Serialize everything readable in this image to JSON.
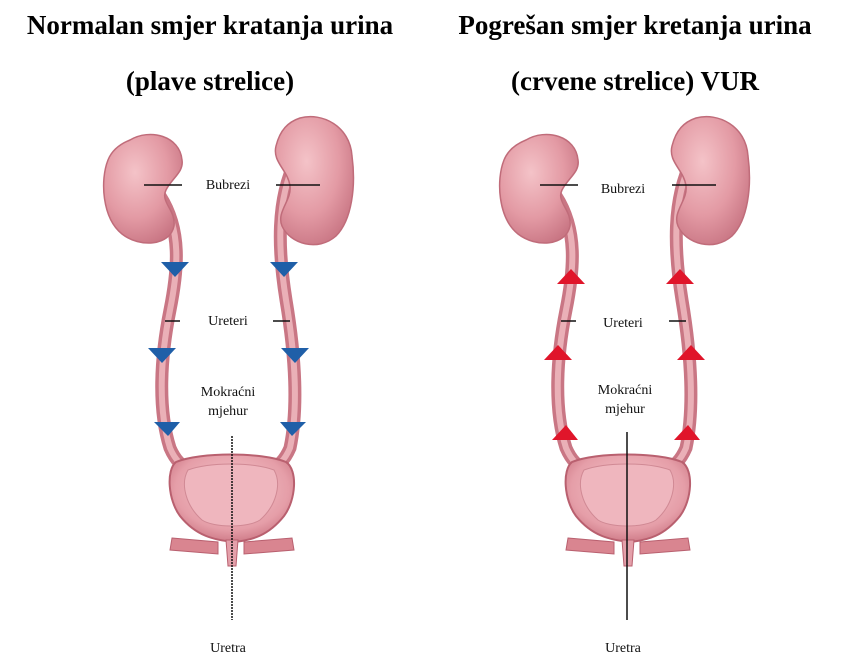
{
  "left": {
    "title_line1": "Normalan smjer kratanja urina",
    "title_line2": "(plave strelice)",
    "arrow_direction": "down",
    "arrow_color": "#1f5fa8",
    "labels": {
      "kidneys": "Bubrezi",
      "ureters": "Ureteri",
      "bladder_line1": "Mokraćni",
      "bladder_line2": "mjehur",
      "urethra": "Uretra"
    }
  },
  "right": {
    "title_line1": "Pogrešan smjer kretanja urina",
    "title_line2": "(crvene strelice) VUR",
    "arrow_direction": "up",
    "arrow_color": "#e0152a",
    "labels": {
      "kidneys": "Bubrezi",
      "ureters": "Ureteri",
      "bladder_line1": "Mokraćni",
      "bladder_line2": "mjehur",
      "urethra": "Uretra"
    }
  },
  "colors": {
    "kidney": "#e8a0a8",
    "kidney_shadow": "#c9737f",
    "tissue": "#d98590",
    "bladder_inner": "#f0b8c0"
  }
}
